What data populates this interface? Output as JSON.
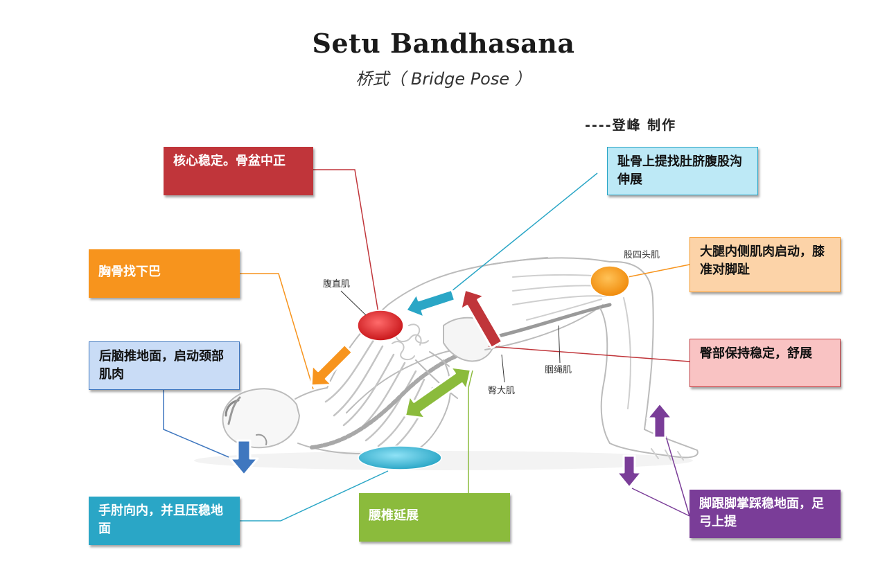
{
  "header": {
    "title": "Setu Bandhasana",
    "subtitle": "桥式（ Bridge Pose ）",
    "credit": "----登峰 制作"
  },
  "muscle_labels": {
    "rectus_abdominis": "腹直肌",
    "quadriceps": "股四头肌",
    "gluteus_maximus": "臀大肌",
    "hamstrings": "腘绳肌"
  },
  "callouts": {
    "core": "核心稳定。骨盆中正",
    "sternum": "胸骨找下巴",
    "occiput": "后脑推地面，启动颈部肌肉",
    "elbows": "手肘向内，并且压稳地面",
    "pubis": "耻骨上提找肚脐腹股沟伸展",
    "inner_thigh": "大腿内侧肌肉启动，膝准对脚趾",
    "glutes": "臀部保持稳定，舒展",
    "lumbar": "腰椎延展",
    "feet": "脚跟脚掌踩稳地面，足弓上提"
  },
  "colors": {
    "red": "#c0353a",
    "orange": "#f7941d",
    "blue": "#3f77bf",
    "blue_box": "#c9dcf6",
    "teal": "#2aa6c6",
    "teal_box": "#bde9f6",
    "light_orange_box": "#fcd3a8",
    "light_red_box": "#f9c3c3",
    "green": "#8bbb3c",
    "purple": "#7a3d98"
  }
}
